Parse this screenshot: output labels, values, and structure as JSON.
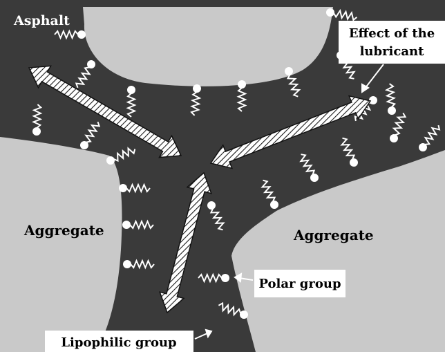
{
  "labels": {
    "asphalt": "Asphalt",
    "lubricant_line1": "Effect of the",
    "lubricant_line2": "lubricant",
    "aggregate_left": "Aggregate",
    "aggregate_right": "Aggregate",
    "polar_group": "Polar group",
    "lipophilic_group": "Lipophilic group"
  },
  "colors": {
    "asphalt": "#3a3a3a",
    "aggregate": "#c9c9c9",
    "molecule": "#ffffff",
    "label_box": "#ffffff",
    "text_dark": "#000000",
    "text_light": "#ffffff"
  },
  "icons": {
    "molecule": "polar-head-with-zigzag-tail",
    "arrow": "hatched-double-headed-arrow"
  }
}
